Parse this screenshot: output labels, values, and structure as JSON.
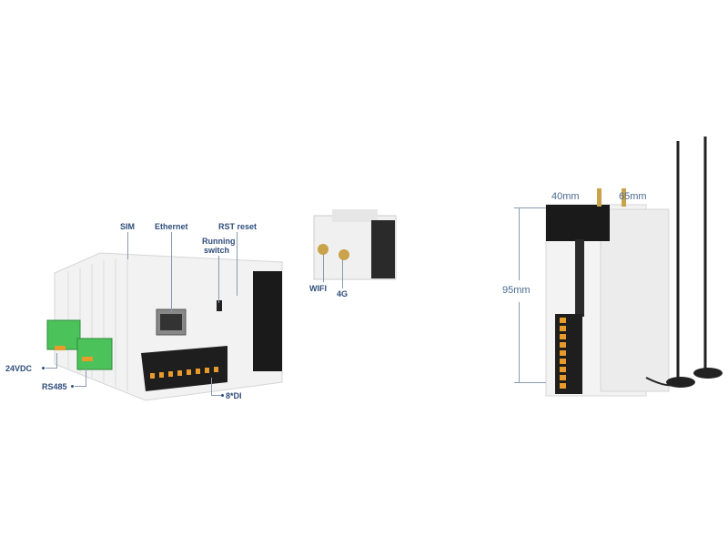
{
  "left_device": {
    "labels": {
      "sim": "SIM",
      "ethernet": "Ethernet",
      "rst": "RST reset",
      "running": "Running",
      "switch": "switch",
      "power": "24VDC",
      "rs485": "RS485",
      "di": "8*DI"
    }
  },
  "middle_device": {
    "labels": {
      "wifi": "WIFI",
      "g4": "4G"
    }
  },
  "right_device": {
    "dimensions": {
      "width": "40mm",
      "depth": "65mm",
      "height": "95mm"
    }
  },
  "colors": {
    "label": "#2f4d7a",
    "terminal_green": "#4cc25a",
    "terminal_orange": "#e89a2a",
    "panel_black": "#1a1a1a"
  }
}
